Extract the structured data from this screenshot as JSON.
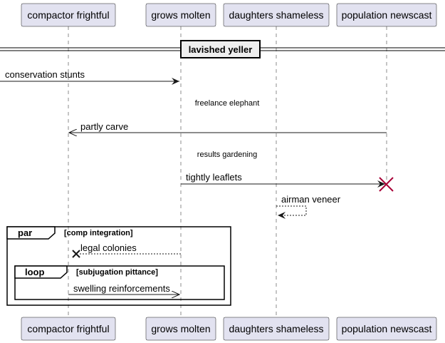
{
  "participants": [
    {
      "id": "p1",
      "label": "compactor frightful"
    },
    {
      "id": "p2",
      "label": "grows molten"
    },
    {
      "id": "p3",
      "label": "daughters shameless"
    },
    {
      "id": "p4",
      "label": "population newscast"
    }
  ],
  "divider": {
    "label": "lavished yeller"
  },
  "messages": {
    "m1": "conservation stunts",
    "m2": "partly carve",
    "m3": "tightly leaflets",
    "m4": "airman veneer",
    "m5": "legal colonies",
    "m6": "swelling reinforcements"
  },
  "delays": {
    "d1": "freelance elephant",
    "d2": "results gardening"
  },
  "fragments": {
    "par": {
      "operator": "par",
      "guard": "[comp integration]"
    },
    "loop": {
      "operator": "loop",
      "guard": "[subjugation pittance]"
    }
  },
  "colors": {
    "participant_fill": "#e2e2f0",
    "destroy_marker": "#a80036",
    "line": "#181818"
  }
}
